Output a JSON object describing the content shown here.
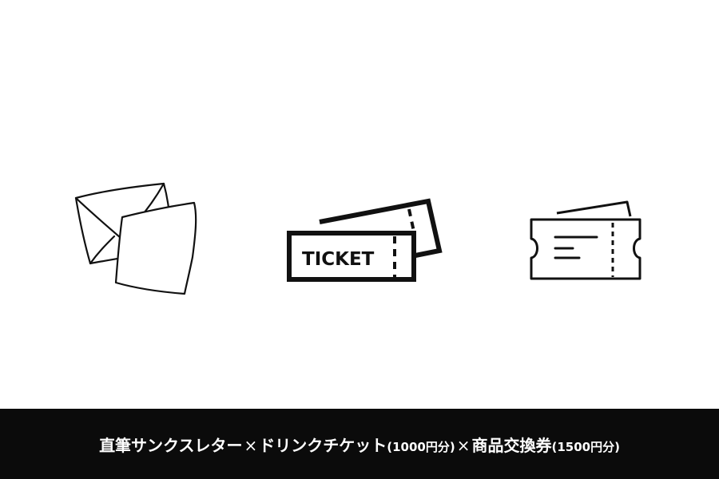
{
  "icons": [
    {
      "name": "letter-icon",
      "description_label": "letter"
    },
    {
      "name": "ticket-icon",
      "label": "TICKET"
    },
    {
      "name": "coupon-icon"
    }
  ],
  "caption": {
    "part1": "直筆サンクスレター",
    "sep1": "×",
    "part2": "ドリンクチケット",
    "part2_note": "(1000円分)",
    "sep2": "×",
    "part3": "商品交換券",
    "part3_note": "(1500円分)"
  },
  "colors": {
    "background": "#ffffff",
    "caption_bar": "#0b0b0b",
    "caption_text": "#ffffff",
    "icon_stroke": "#111111"
  }
}
